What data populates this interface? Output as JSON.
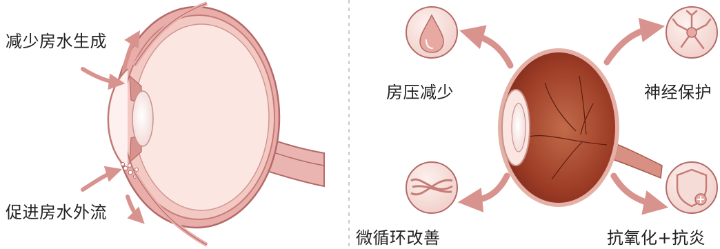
{
  "left_panel": {
    "label_top": "减少房水生成",
    "label_bottom": "促进房水外流"
  },
  "right_panel": {
    "top_left": {
      "label": "房压减少",
      "icon": "water-drop-icon"
    },
    "top_right": {
      "label": "神经保护",
      "icon": "neuron-icon"
    },
    "bottom_left": {
      "label": "微循环改善",
      "icon": "blood-vessel-icon"
    },
    "bottom_right": {
      "label": "抗氧化+抗炎",
      "icon": "shield-icon"
    }
  },
  "colors": {
    "sclera": "#e9aeaa",
    "sclera_dark": "#b36a68",
    "eye_inner": "#fbe6e2",
    "retina": "#8a2e1f",
    "arrow": "#d9938e",
    "icon_fill": "#f6dcd7",
    "divider": "#c9c9c9"
  }
}
